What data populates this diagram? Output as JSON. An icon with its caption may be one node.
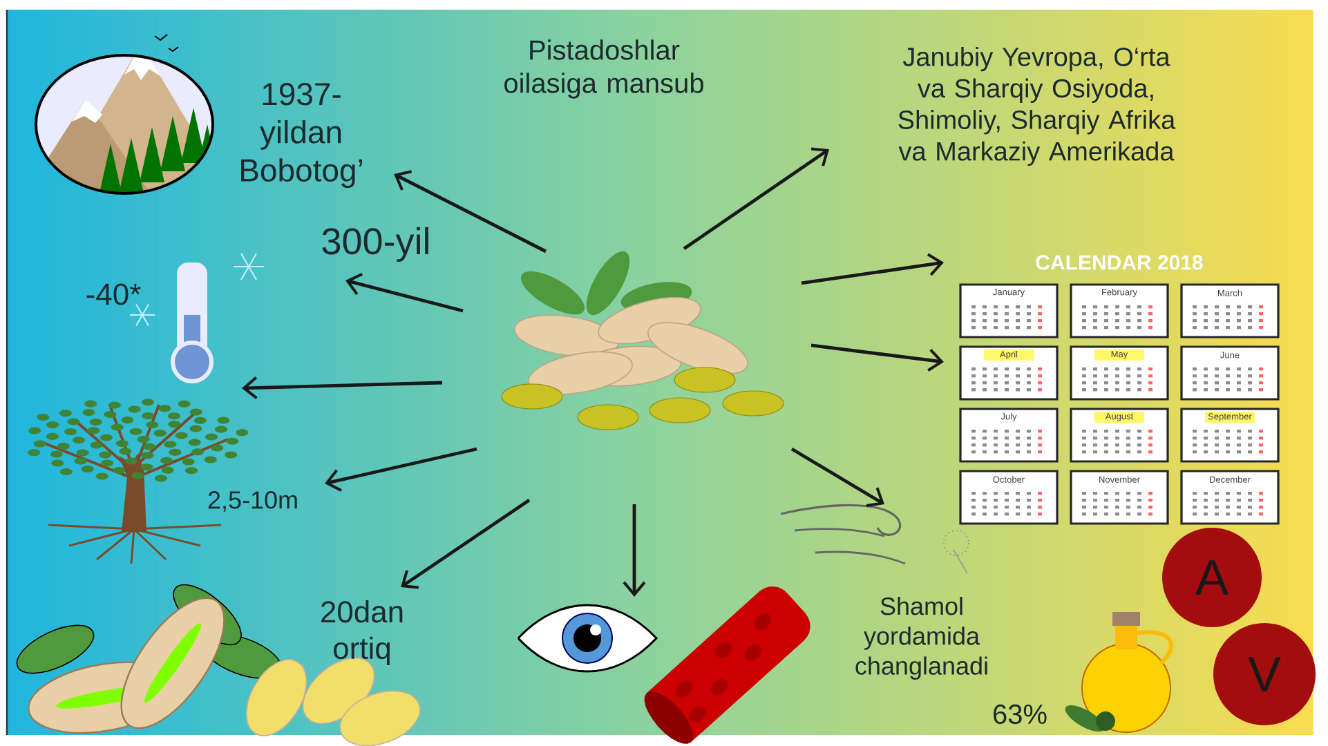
{
  "diagram": {
    "nodes": [
      {
        "text": [],
        "shape": "picture"
      },
      {
        "text": [
          "1937- yildan Bobotog’"
        ]
      },
      {
        "text": [
          "300-yil"
        ]
      },
      {
        "text": [
          "-40*"
        ]
      },
      {
        "text": [
          "2,5-10m"
        ]
      },
      {
        "text": [
          "20dan ortiq"
        ]
      },
      {
        "text": [],
        "shape": "picture"
      },
      {
        "text": [
          "Janubiy Yevropa, O‘rta va Sharqiy Osiyoda, Shimoliy, Sharqiy Afrika va Markaziy Amerikada"
        ]
      },
      {
        "text": [
          "CALENDAR 2018"
        ]
      },
      {
        "text": [
          "January"
        ],
        "in": 8
      },
      {
        "text": [
          "February"
        ],
        "in": 8
      },
      {
        "text": [
          "March"
        ],
        "in": 8
      },
      {
        "text": [
          "April"
        ],
        "in": 8
      },
      {
        "text": [
          "May"
        ],
        "in": 8
      },
      {
        "text": [
          "June"
        ],
        "in": 8
      },
      {
        "text": [
          "July"
        ],
        "in": 8
      },
      {
        "text": [
          "August"
        ],
        "in": 8
      },
      {
        "text": [
          "September"
        ],
        "in": 8
      },
      {
        "text": [
          "October"
        ],
        "in": 8
      },
      {
        "text": [
          "November"
        ],
        "in": 8
      },
      {
        "text": [
          "December"
        ],
        "in": 8
      },
      {
        "text": [
          "Shamol yordamida changlanadi"
        ]
      },
      {
        "text": [
          "A"
        ]
      },
      {
        "text": [
          "V"
        ]
      }
    ],
    "edges": [
      {
        "from": 0,
        "to": 1,
        "arrow": "to"
      },
      {
        "from": 0,
        "to": 2,
        "arrow": "to"
      },
      {
        "from": 0,
        "to": 3,
        "arrow": "to"
      },
      {
        "from": 0,
        "to": 4,
        "arrow": "to"
      },
      {
        "from": 0,
        "to": 5,
        "arrow": "to"
      },
      {
        "from": 0,
        "to": 6,
        "arrow": "to"
      },
      {
        "from": 0,
        "to": 7,
        "arrow": "to"
      },
      {
        "from": 0,
        "to": 8,
        "arrow": "to"
      },
      {
        "from": 0,
        "to": 8,
        "arrow": "to"
      },
      {
        "from": 0,
        "to": 21,
        "arrow": "to"
      }
    ],
    "labels": [
      "Pistadoshlar oilasiga mansub",
      "63%"
    ]
  }
}
